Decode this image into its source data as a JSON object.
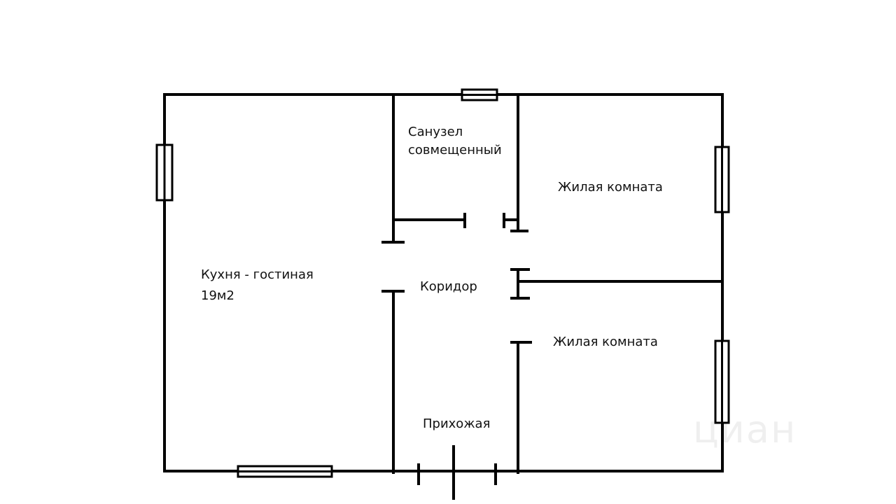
{
  "plan": {
    "rooms": {
      "kitchen_living": {
        "name": "Кухня - гостиная",
        "area": "19м2"
      },
      "bathroom": {
        "line1": "Санузел",
        "line2": "совмещенный"
      },
      "bedroom_top": "Жилая комната",
      "bedroom_bottom": "Жилая комната",
      "corridor": "Коридор",
      "hallway": "Прихожая"
    },
    "watermark": "циан",
    "colors": {
      "wall": "#000000",
      "background": "#ffffff"
    }
  }
}
